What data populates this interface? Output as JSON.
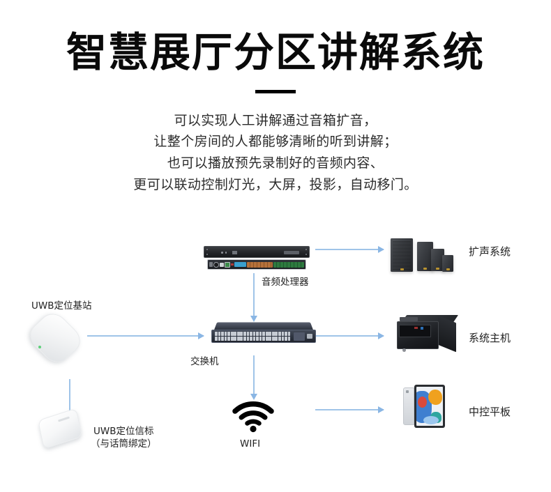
{
  "header": {
    "title": "智慧展厅分区讲解系统",
    "subtitle_lines": [
      "可以实现人工讲解通过音箱扩音，",
      "让整个房间的人都能够清晰的听到讲解；",
      "也可以播放预先录制好的音频内容、",
      "更可以联动控制灯光，大屏，投影，自动移门。"
    ]
  },
  "diagram": {
    "nodes": {
      "uwb_base_station": {
        "label": "UWB定位基站",
        "icon": "uwb-access-point-icon"
      },
      "uwb_beacon": {
        "label": "UWB定位信标",
        "sublabel": "（与话筒绑定）",
        "icon": "uwb-tag-icon"
      },
      "audio_processor": {
        "label": "音频处理器",
        "icon": "rack-audio-processor-icon"
      },
      "switch": {
        "label": "交换机",
        "icon": "network-switch-icon"
      },
      "wifi": {
        "label": "WIFI",
        "icon": "wifi-icon"
      },
      "pa_system": {
        "label": "扩声系统",
        "icon": "speakers-icon"
      },
      "system_host": {
        "label": "系统主机",
        "icon": "rackmount-server-icon"
      },
      "control_tablet": {
        "label": "中控平板",
        "icon": "tablet-icon"
      }
    },
    "connections": [
      {
        "from": "uwb_base_station",
        "to": "switch",
        "direction": "right"
      },
      {
        "from": "uwb_beacon",
        "to": "uwb_base_station",
        "direction": "up"
      },
      {
        "from": "audio_processor",
        "to": "pa_system",
        "direction": "right"
      },
      {
        "from": "audio_processor",
        "to": "switch",
        "direction": "down"
      },
      {
        "from": "switch",
        "to": "system_host",
        "direction": "right"
      },
      {
        "from": "switch",
        "to": "wifi",
        "direction": "down"
      },
      {
        "from": "wifi",
        "to": "control_tablet",
        "direction": "right"
      }
    ]
  },
  "colors": {
    "connector": "#9fc4e8",
    "title": "#0a0a0a",
    "body_text": "#2b2b2b",
    "background": "#ffffff",
    "led_green": "#5ed07a"
  }
}
